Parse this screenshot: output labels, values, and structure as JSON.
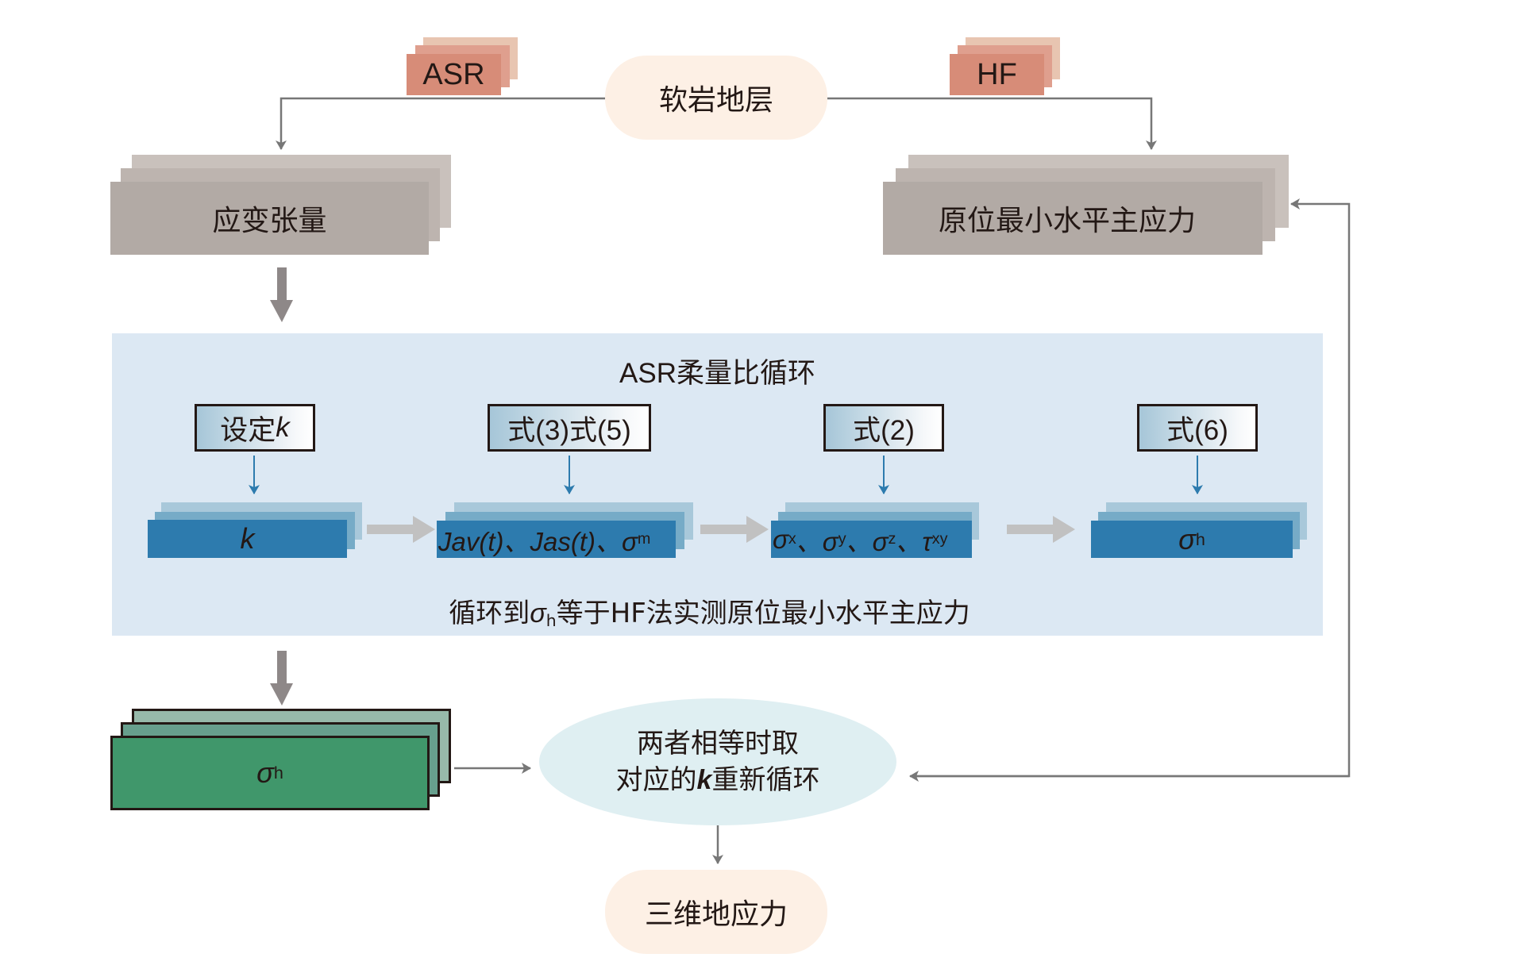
{
  "top": {
    "source_label": "软岩地层",
    "asr_tag": "ASR",
    "hf_tag": "HF"
  },
  "left_branch": {
    "label": "应变张量"
  },
  "right_branch": {
    "label": "原位最小水平主应力"
  },
  "loop_panel": {
    "title": "ASR柔量比循环",
    "steps": [
      {
        "formula": "设定",
        "formula_var": "k",
        "output": "k"
      },
      {
        "formula": "式(3)式(5)",
        "output_parts": [
          "Jav(t)、Jas(t)、σ",
          "m"
        ]
      },
      {
        "formula": "式(2)",
        "output_parts": [
          "σ",
          "x",
          "、σ",
          "y",
          "、σ",
          "z",
          "、τ",
          "xy"
        ]
      },
      {
        "formula": "式(6)",
        "output_parts": [
          "σ",
          "h"
        ]
      }
    ],
    "footer_parts": [
      "循环到",
      "σ",
      "h",
      "等于HF法实测原位最小水平主应力"
    ]
  },
  "result_stack": {
    "label_parts": [
      "σ",
      "h"
    ]
  },
  "decision": {
    "line1": "两者相等时取",
    "line2_prefix": "对应的",
    "line2_var": "k",
    "line2_suffix": "重新循环"
  },
  "final": {
    "label": "三维地应力"
  },
  "colors": {
    "tag": "#d78c78",
    "pill": "#fdf0e5",
    "gray_stack": "#b2aaa5",
    "panel": "#dce8f3",
    "blue_stack": "#2d7bae",
    "green_stack": "#40976b",
    "ellipse": "#dfeff2",
    "connector": "#777777"
  }
}
